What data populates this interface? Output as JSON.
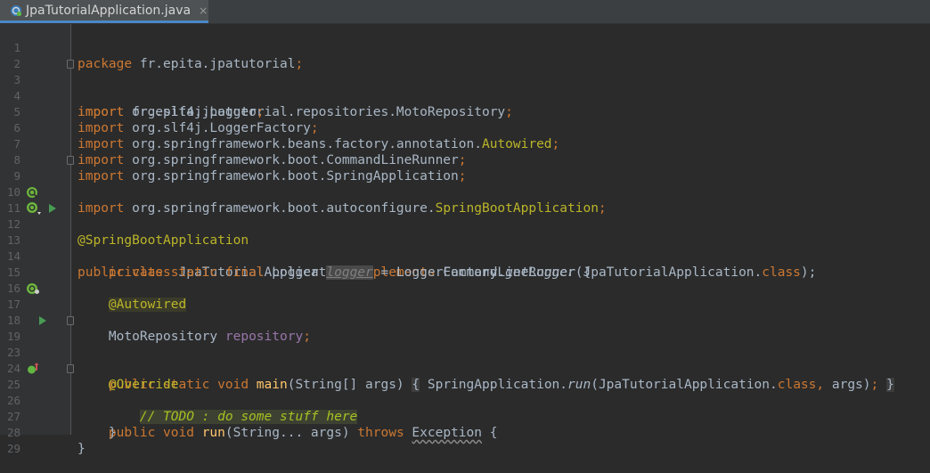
{
  "tab": {
    "filename": "JpaTutorialApplication.java",
    "close": "×"
  },
  "colors": {
    "background": "#2b2b2b",
    "keyword": "#cc7832",
    "annotation": "#bbb529",
    "field": "#9876aa",
    "method": "#ffc66d",
    "todo": "#a8c023"
  },
  "gutter_icons": [
    "spring-bean-icon",
    "run-icon",
    "autowired-icon",
    "override-icon"
  ],
  "lines": [
    {
      "n": "1",
      "parts": [
        "package",
        " fr.epita.jpatutorial",
        ";"
      ]
    },
    {
      "n": "2",
      "parts": []
    },
    {
      "n": "3",
      "parts": [
        "import",
        " fr.epita.jpatutorial.repositories.MotoRepository",
        ";"
      ]
    },
    {
      "n": "4",
      "parts": [
        "import",
        " org.slf4j.Logger",
        ";"
      ]
    },
    {
      "n": "5",
      "parts": [
        "import",
        " org.slf4j.LoggerFactory",
        ";"
      ]
    },
    {
      "n": "6",
      "parts": [
        "import",
        " org.springframework.beans.factory.annotation.",
        "Autowired",
        ";"
      ]
    },
    {
      "n": "7",
      "parts": [
        "import",
        " org.springframework.boot.CommandLineRunner",
        ";"
      ]
    },
    {
      "n": "8",
      "parts": [
        "import",
        " org.springframework.boot.SpringApplication",
        ";"
      ]
    },
    {
      "n": "9",
      "parts": [
        "import",
        " org.springframework.boot.autoconfigure.",
        "SpringBootApplication",
        ";"
      ]
    },
    {
      "n": "10",
      "parts": []
    },
    {
      "n": "11",
      "parts": [
        "@SpringBootApplication"
      ]
    },
    {
      "n": "12",
      "parts": [
        "public class",
        " JpaTutorialApplication ",
        "implements",
        " CommandLineRunner {"
      ]
    },
    {
      "n": "13",
      "parts": []
    },
    {
      "n": "14",
      "parts": [
        "    ",
        "private static final",
        " Logger ",
        "logger",
        " = LoggerFactory.",
        "getLogger",
        "(JpaTutorialApplication.",
        "class",
        ");"
      ]
    },
    {
      "n": "15",
      "parts": []
    },
    {
      "n": "16",
      "parts": [
        "    ",
        "@Autowired"
      ]
    },
    {
      "n": "17",
      "parts": [
        "    MotoRepository ",
        "repository",
        ";"
      ]
    },
    {
      "n": "18",
      "parts": []
    },
    {
      "n": "19",
      "parts": [
        "    ",
        "public static void",
        " ",
        "main",
        "(String[] args) ",
        "{",
        " SpringApplication.",
        "run",
        "(JpaTutorialApplication.",
        "class",
        ", ",
        "args)",
        ";",
        " ",
        "}"
      ]
    },
    {
      "n": "23",
      "parts": []
    },
    {
      "n": "24",
      "parts": [
        "    ",
        "@Override"
      ]
    },
    {
      "n": "25",
      "parts": [
        "    ",
        "public void",
        " ",
        "run",
        "(String... args) ",
        "throws",
        " ",
        "Exception",
        " {"
      ]
    },
    {
      "n": "26",
      "parts": [
        "        ",
        "// TODO : do some stuff here"
      ]
    },
    {
      "n": "27",
      "parts": [
        "    }"
      ]
    },
    {
      "n": "28",
      "parts": [
        "}"
      ]
    },
    {
      "n": "29",
      "parts": []
    }
  ]
}
